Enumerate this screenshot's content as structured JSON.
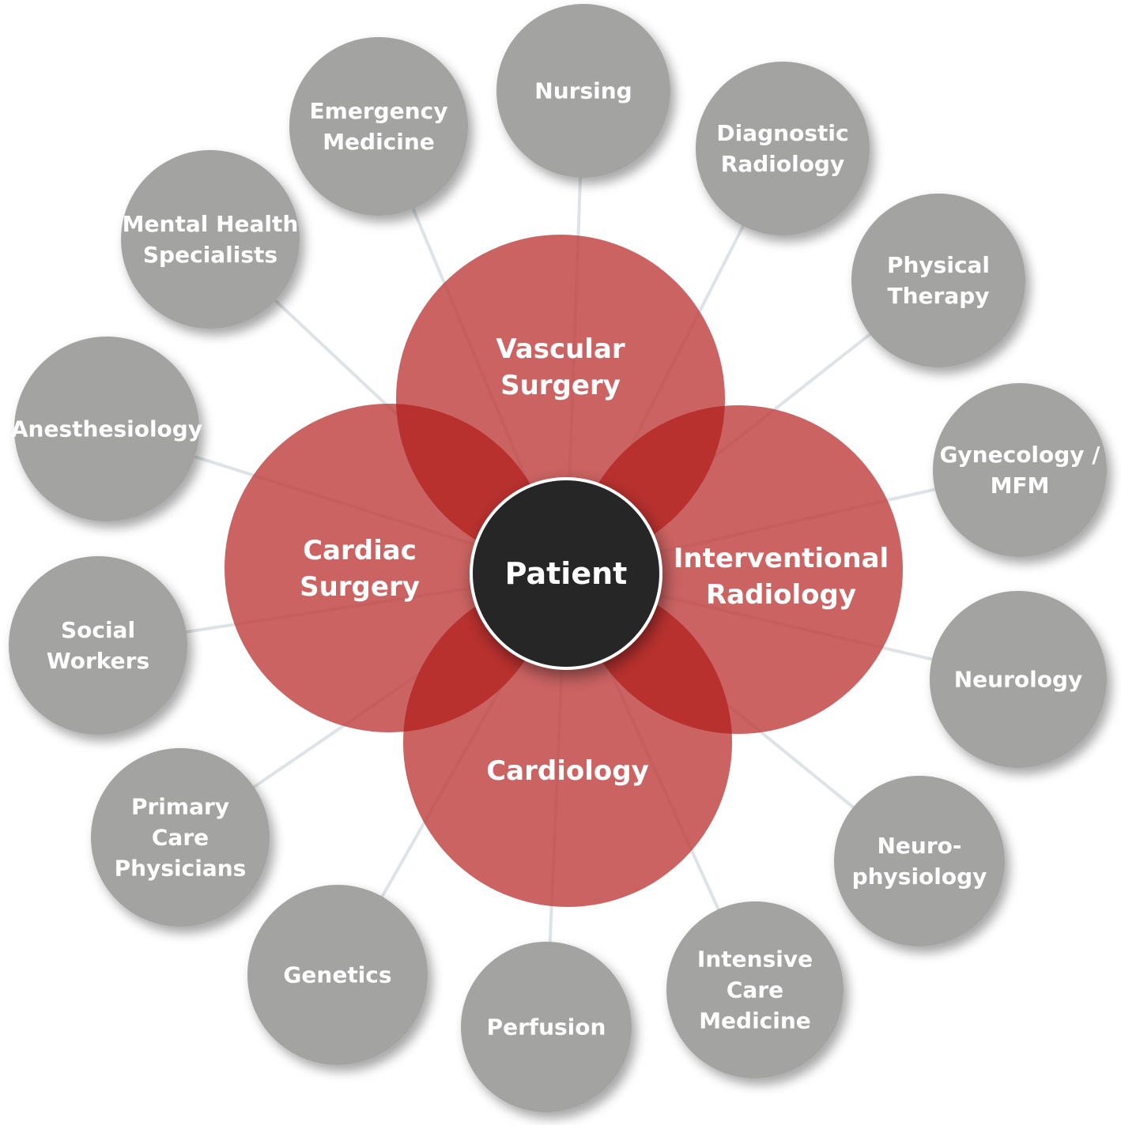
{
  "colors": {
    "outer_circle": "#a3a4a2",
    "core_circle": "#c0413f",
    "core_overlap": "#b42a28",
    "center_circle": "#262626",
    "connector": "#dde3e6",
    "text": "#ffffff"
  },
  "center": {
    "label": "Patient"
  },
  "core_specialties": [
    {
      "id": "vascular-surgery",
      "lines": [
        "Vascular",
        "Surgery"
      ]
    },
    {
      "id": "cardiac-surgery",
      "lines": [
        "Cardiac",
        "Surgery"
      ]
    },
    {
      "id": "interventional-radiology",
      "lines": [
        "Interventional",
        "Radiology"
      ]
    },
    {
      "id": "cardiology",
      "lines": [
        "Cardiology"
      ]
    }
  ],
  "outer_specialties": [
    {
      "id": "nursing",
      "lines": [
        "Nursing"
      ]
    },
    {
      "id": "diagnostic-radiology",
      "lines": [
        "Diagnostic",
        "Radiology"
      ]
    },
    {
      "id": "physical-therapy",
      "lines": [
        "Physical",
        "Therapy"
      ]
    },
    {
      "id": "gynecology-mfm",
      "lines": [
        "Gynecology /",
        "MFM"
      ]
    },
    {
      "id": "neurology",
      "lines": [
        "Neurology"
      ]
    },
    {
      "id": "neurophysiology",
      "lines": [
        "Neuro-",
        "physiology"
      ]
    },
    {
      "id": "intensive-care-medicine",
      "lines": [
        "Intensive",
        "Care",
        "Medicine"
      ]
    },
    {
      "id": "perfusion",
      "lines": [
        "Perfusion"
      ]
    },
    {
      "id": "genetics",
      "lines": [
        "Genetics"
      ]
    },
    {
      "id": "primary-care-physicians",
      "lines": [
        "Primary",
        "Care",
        "Physicians"
      ]
    },
    {
      "id": "social-workers",
      "lines": [
        "Social",
        "Workers"
      ]
    },
    {
      "id": "anesthesiology",
      "lines": [
        "Anesthesiology"
      ]
    },
    {
      "id": "mental-health-specialists",
      "lines": [
        "Mental Health",
        "Specialists"
      ]
    },
    {
      "id": "emergency-medicine",
      "lines": [
        "Emergency",
        "Medicine"
      ]
    }
  ]
}
